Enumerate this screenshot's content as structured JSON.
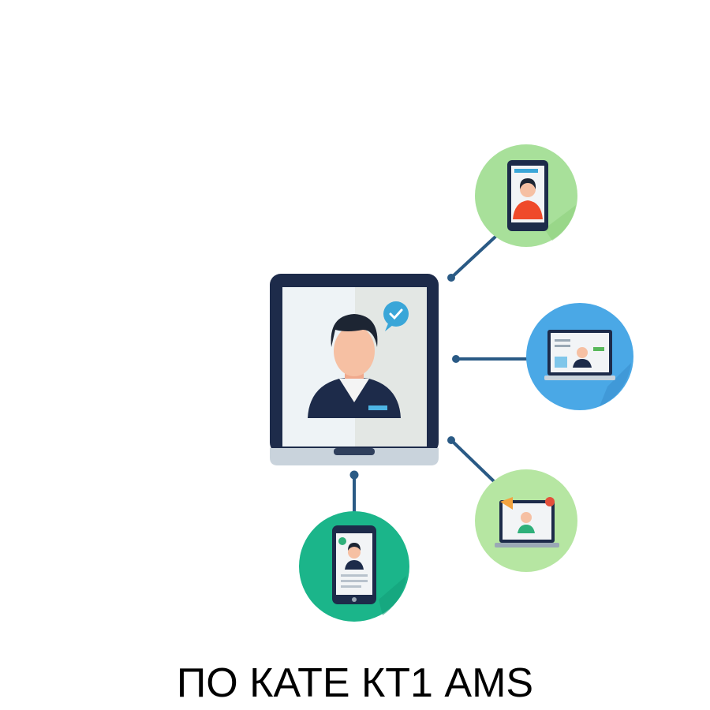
{
  "caption": "ПО КАТЕ КТ1 AMS",
  "colors": {
    "navy": "#1d2b4a",
    "accent_blue": "#3aa6d8",
    "light_green": "#a8e09a",
    "blue_circle": "#4aa8e6",
    "teal_circle": "#1bb58a",
    "connector": "#2a5a85"
  },
  "nodes": [
    {
      "name": "central-laptop",
      "icon": "laptop-user-verified-icon"
    },
    {
      "name": "phone-top-right",
      "icon": "phone-user-icon"
    },
    {
      "name": "laptop-right",
      "icon": "laptop-user-icon"
    },
    {
      "name": "laptop-bottom-right",
      "icon": "laptop-notification-icon"
    },
    {
      "name": "phone-bottom",
      "icon": "phone-profile-icon"
    }
  ]
}
